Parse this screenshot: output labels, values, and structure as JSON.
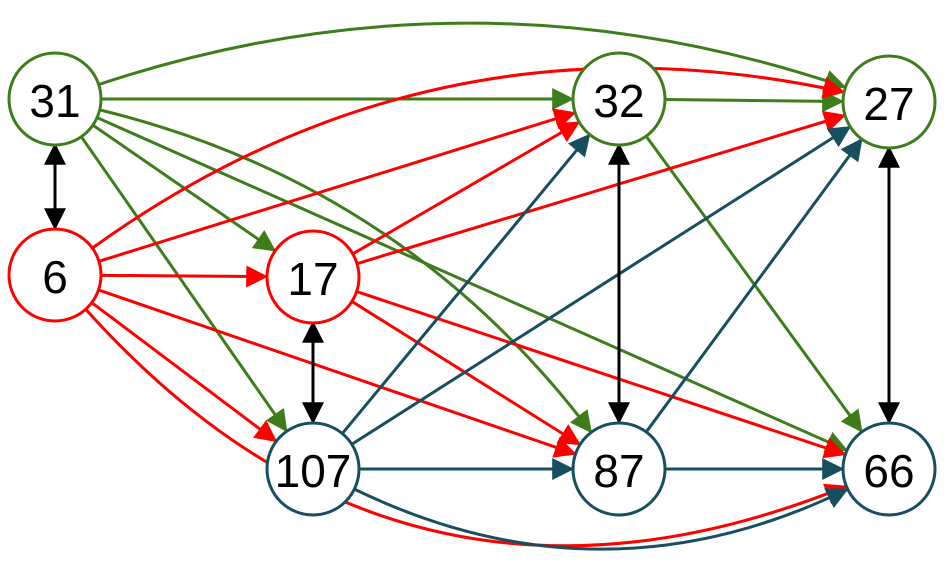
{
  "colors": {
    "green": "#3e7d1b",
    "red": "#ff0000",
    "teal": "#174f5f",
    "black": "#000000"
  },
  "nodes": [
    {
      "id": "n31",
      "label": "31",
      "color": "green"
    },
    {
      "id": "n6",
      "label": "6",
      "color": "red"
    },
    {
      "id": "n17",
      "label": "17",
      "color": "red"
    },
    {
      "id": "n107",
      "label": "107",
      "color": "teal"
    },
    {
      "id": "n32",
      "label": "32",
      "color": "green"
    },
    {
      "id": "n87",
      "label": "87",
      "color": "teal"
    },
    {
      "id": "n27",
      "label": "27",
      "color": "green"
    },
    {
      "id": "n66",
      "label": "66",
      "color": "teal"
    }
  ],
  "edges": [
    {
      "from": "n31",
      "to": "n27",
      "color": "green"
    },
    {
      "from": "n31",
      "to": "n32",
      "color": "green"
    },
    {
      "from": "n31",
      "to": "n87",
      "color": "green"
    },
    {
      "from": "n31",
      "to": "n66",
      "color": "green"
    },
    {
      "from": "n31",
      "to": "n17",
      "color": "green"
    },
    {
      "from": "n31",
      "to": "n107",
      "color": "green"
    },
    {
      "from": "n32",
      "to": "n27",
      "color": "green"
    },
    {
      "from": "n32",
      "to": "n66",
      "color": "green"
    },
    {
      "from": "n6",
      "to": "n27",
      "color": "red"
    },
    {
      "from": "n6",
      "to": "n32",
      "color": "red"
    },
    {
      "from": "n6",
      "to": "n17",
      "color": "red"
    },
    {
      "from": "n6",
      "to": "n107",
      "color": "red"
    },
    {
      "from": "n6",
      "to": "n87",
      "color": "red"
    },
    {
      "from": "n6",
      "to": "n66",
      "color": "red"
    },
    {
      "from": "n17",
      "to": "n32",
      "color": "red"
    },
    {
      "from": "n17",
      "to": "n27",
      "color": "red"
    },
    {
      "from": "n17",
      "to": "n87",
      "color": "red"
    },
    {
      "from": "n17",
      "to": "n66",
      "color": "red"
    },
    {
      "from": "n107",
      "to": "n32",
      "color": "teal"
    },
    {
      "from": "n107",
      "to": "n27",
      "color": "teal"
    },
    {
      "from": "n107",
      "to": "n87",
      "color": "teal"
    },
    {
      "from": "n107",
      "to": "n66",
      "color": "teal"
    },
    {
      "from": "n87",
      "to": "n27",
      "color": "teal"
    },
    {
      "from": "n87",
      "to": "n66",
      "color": "teal"
    },
    {
      "from": "n31",
      "to": "n6",
      "color": "black",
      "bidirectional": true
    },
    {
      "from": "n17",
      "to": "n107",
      "color": "black",
      "bidirectional": true
    },
    {
      "from": "n32",
      "to": "n87",
      "color": "black",
      "bidirectional": true
    },
    {
      "from": "n27",
      "to": "n66",
      "color": "black",
      "bidirectional": true
    }
  ]
}
